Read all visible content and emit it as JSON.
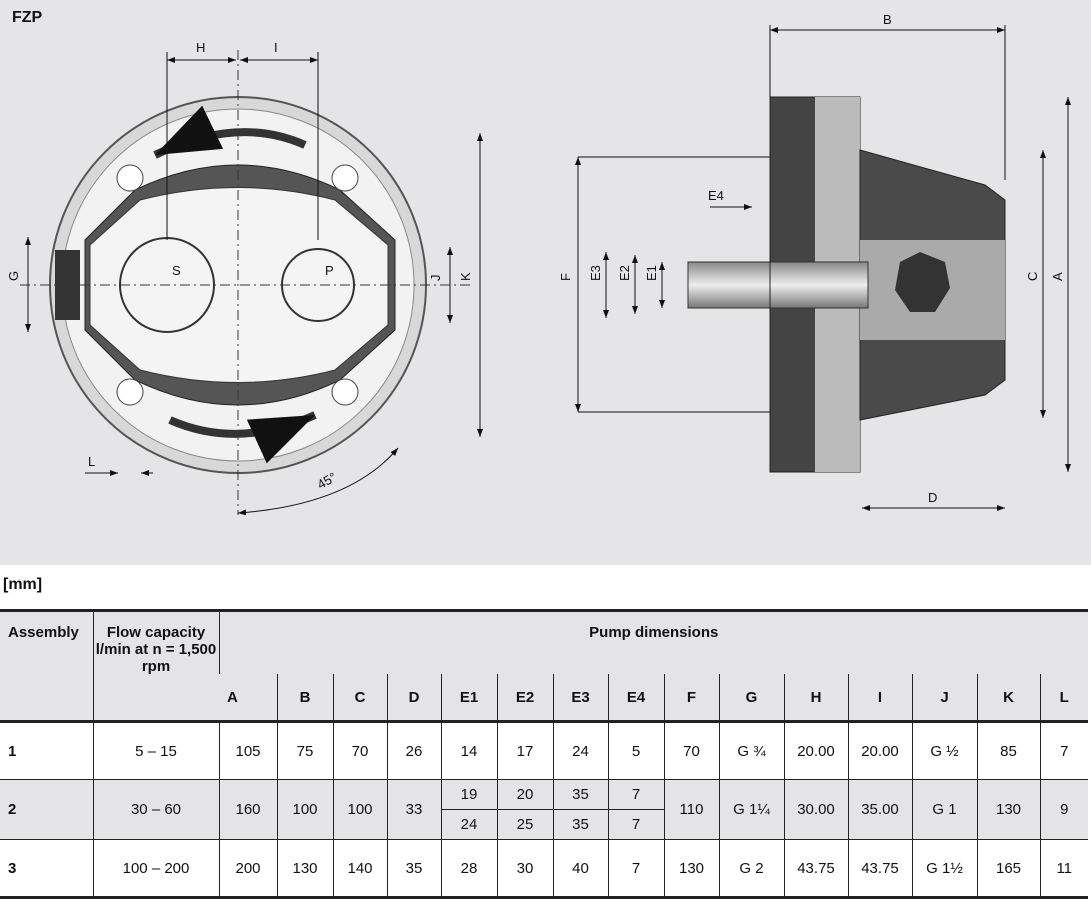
{
  "drawing": {
    "title": "FZP",
    "labels": {
      "H": "H",
      "I": "I",
      "G": "G",
      "S": "S",
      "P": "P",
      "J": "J",
      "K": "K",
      "L": "L",
      "angle": "45°",
      "B": "B",
      "A": "A",
      "C": "C",
      "D": "D",
      "E4": "E4",
      "F": "F",
      "E3": "E3",
      "E2": "E2",
      "E1": "E1"
    }
  },
  "unit": "[mm]",
  "table": {
    "headers": {
      "assembly": "Assembly",
      "flow": "Flow capacity l/min at n = 1,500 rpm",
      "pump_dimensions": "Pump dimensions"
    },
    "columns": [
      "A",
      "B",
      "C",
      "D",
      "E1",
      "E2",
      "E3",
      "E4",
      "F",
      "G",
      "H",
      "I",
      "J",
      "K",
      "L"
    ],
    "rows": [
      {
        "assembly": "1",
        "flow": "5 – 15",
        "A": "105",
        "B": "75",
        "C": "70",
        "D": "26",
        "E1": "14",
        "E2": "17",
        "E3": "24",
        "E4": "5",
        "F": "70",
        "G": "G ¾",
        "H": "20.00",
        "I": "20.00",
        "J": "G ½",
        "K": "85",
        "L": "7"
      },
      {
        "assembly": "2",
        "flow": "30 – 60",
        "A": "160",
        "B": "100",
        "C": "100",
        "D": "33",
        "E1": [
          "19",
          "24"
        ],
        "E2": [
          "20",
          "25"
        ],
        "E3": [
          "35",
          "35"
        ],
        "E4": [
          "7",
          "7"
        ],
        "F": "110",
        "G": "G 1¼",
        "H": "30.00",
        "I": "35.00",
        "J": "G 1",
        "K": "130",
        "L": "9"
      },
      {
        "assembly": "3",
        "flow": "100 – 200",
        "A": "200",
        "B": "130",
        "C": "140",
        "D": "35",
        "E1": "28",
        "E2": "30",
        "E3": "40",
        "E4": "7",
        "F": "130",
        "G": "G 2",
        "H": "43.75",
        "I": "43.75",
        "J": "G 1½",
        "K": "165",
        "L": "11"
      }
    ]
  }
}
